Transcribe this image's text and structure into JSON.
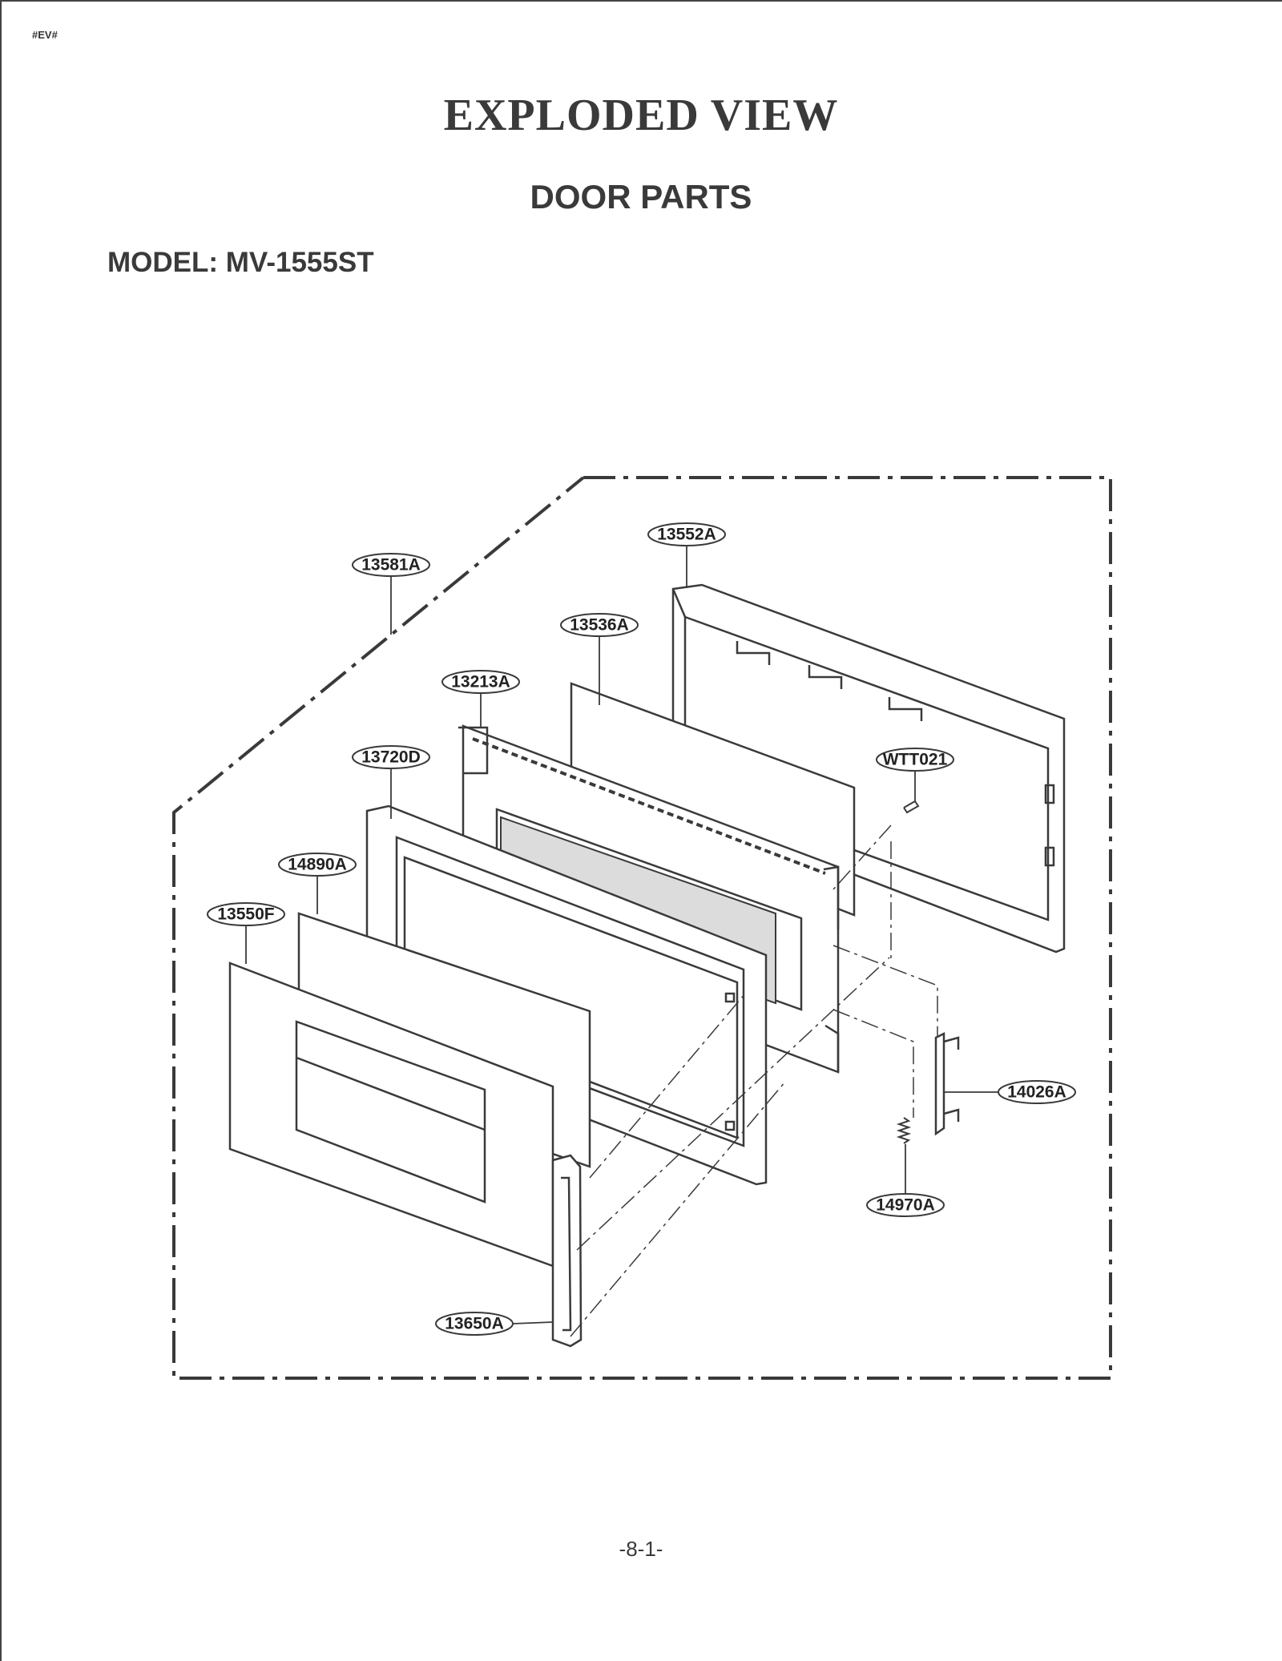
{
  "header": {
    "tag": "#EV#",
    "title": "EXPLODED VIEW",
    "subtitle": "DOOR PARTS",
    "model": "MODEL: MV-1555ST"
  },
  "callouts": [
    {
      "id": "13552A"
    },
    {
      "id": "13581A"
    },
    {
      "id": "13536A"
    },
    {
      "id": "13213A"
    },
    {
      "id": "13720D"
    },
    {
      "id": "WTT021"
    },
    {
      "id": "14890A"
    },
    {
      "id": "13550F"
    },
    {
      "id": "14026A"
    },
    {
      "id": "14970A"
    },
    {
      "id": "13650A"
    }
  ],
  "footer": {
    "page_number": "-8-1-"
  }
}
